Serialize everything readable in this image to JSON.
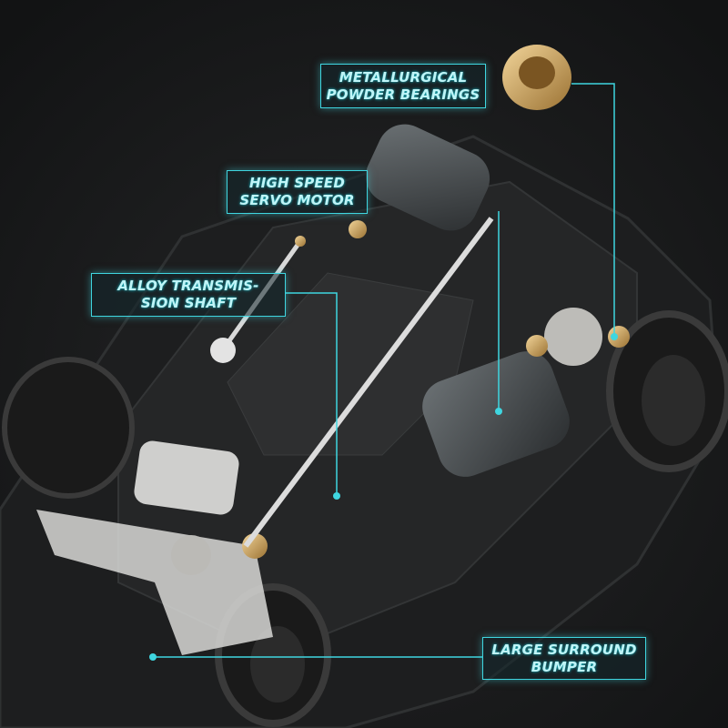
{
  "callouts": [
    {
      "id": "bearings",
      "line1": "METALLURGICAL",
      "line2": "POWDER BEARINGS"
    },
    {
      "id": "motor",
      "line1": "HIGH SPEED",
      "line2": "SERVO MOTOR"
    },
    {
      "id": "shaft",
      "line1": "ALLOY TRANSMIS-",
      "line2": "SION SHAFT"
    },
    {
      "id": "bumper",
      "line1": "LARGE SURROUND",
      "line2": "BUMPER"
    }
  ],
  "colors": {
    "accent": "#3fd6e0",
    "background": "#161718",
    "chassis": "#232425",
    "brass": "#c9a25a"
  }
}
